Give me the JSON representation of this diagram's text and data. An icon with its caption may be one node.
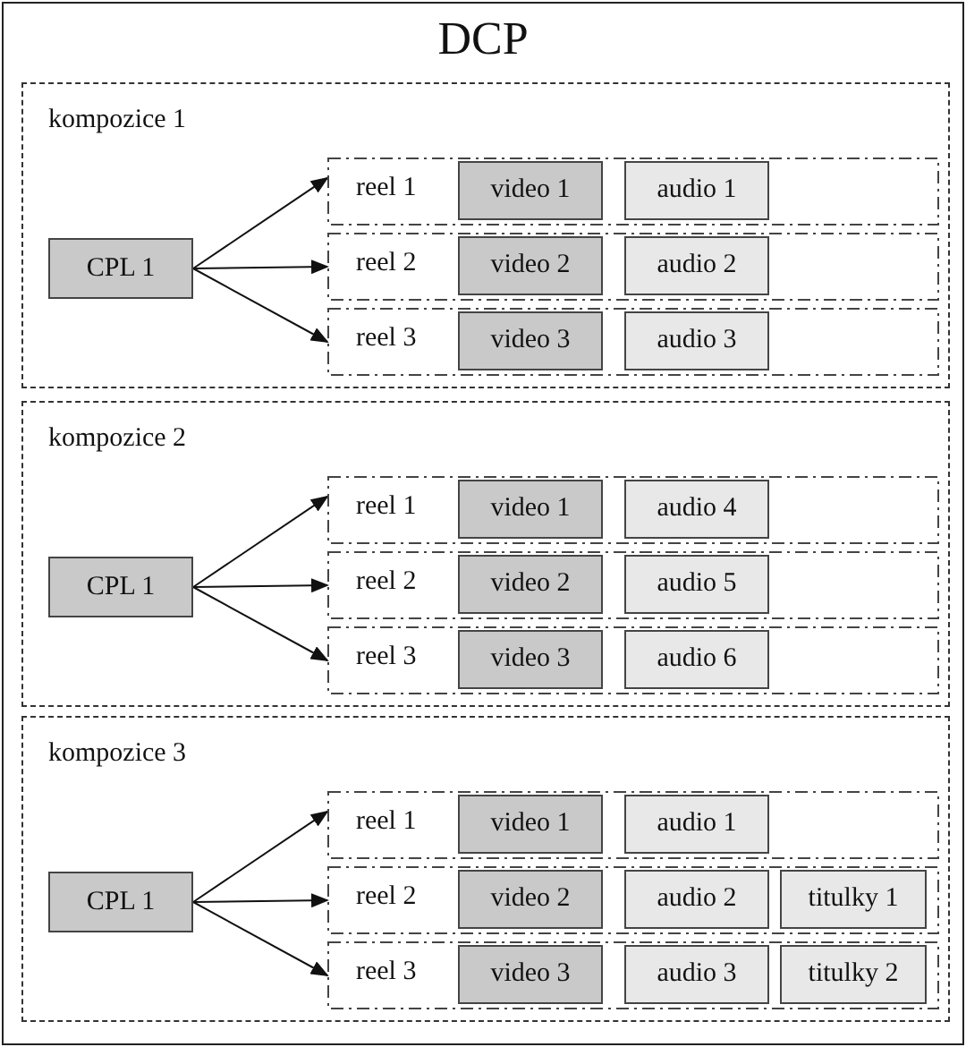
{
  "diagram": {
    "nodes": [
      {
        "text": [
          "DCP"
        ]
      },
      {
        "text": [
          "kompozice 1"
        ],
        "in": 0
      },
      {
        "text": [
          "CPL 1"
        ],
        "in": 1
      },
      {
        "text": [
          "reel 1"
        ],
        "in": 1
      },
      {
        "text": [
          "video 1"
        ],
        "in": 3
      },
      {
        "text": [
          "audio 1"
        ],
        "in": 3
      },
      {
        "text": [
          "reel 2"
        ],
        "in": 1
      },
      {
        "text": [
          "video 2"
        ],
        "in": 6
      },
      {
        "text": [
          "audio 2"
        ],
        "in": 6
      },
      {
        "text": [
          "reel 3"
        ],
        "in": 1
      },
      {
        "text": [
          "video 3"
        ],
        "in": 9
      },
      {
        "text": [
          "audio 3"
        ],
        "in": 9
      },
      {
        "text": [
          "kompozice 2"
        ],
        "in": 0
      },
      {
        "text": [
          "CPL 1"
        ],
        "in": 12
      },
      {
        "text": [
          "reel 1"
        ],
        "in": 12
      },
      {
        "text": [
          "video 1"
        ],
        "in": 14
      },
      {
        "text": [
          "audio 4"
        ],
        "in": 14
      },
      {
        "text": [
          "reel 2"
        ],
        "in": 12
      },
      {
        "text": [
          "video 2"
        ],
        "in": 17
      },
      {
        "text": [
          "audio 5"
        ],
        "in": 17
      },
      {
        "text": [
          "reel 3"
        ],
        "in": 12
      },
      {
        "text": [
          "video 3"
        ],
        "in": 20
      },
      {
        "text": [
          "audio 6"
        ],
        "in": 20
      },
      {
        "text": [
          "kompozice 3"
        ],
        "in": 0
      },
      {
        "text": [
          "CPL 1"
        ],
        "in": 23
      },
      {
        "text": [
          "reel 1"
        ],
        "in": 23
      },
      {
        "text": [
          "video 1"
        ],
        "in": 25
      },
      {
        "text": [
          "audio 1"
        ],
        "in": 25
      },
      {
        "text": [
          "reel 2"
        ],
        "in": 23
      },
      {
        "text": [
          "video 2"
        ],
        "in": 28
      },
      {
        "text": [
          "audio 2"
        ],
        "in": 28
      },
      {
        "text": [
          "titulky 1"
        ],
        "in": 28
      },
      {
        "text": [
          "reel 3"
        ],
        "in": 23
      },
      {
        "text": [
          "video 3"
        ],
        "in": 32
      },
      {
        "text": [
          "audio 3"
        ],
        "in": 32
      },
      {
        "text": [
          "titulky 2"
        ],
        "in": 32
      }
    ],
    "edges": [
      {
        "from": 2,
        "to": 3,
        "arrow": "to"
      },
      {
        "from": 2,
        "to": 6,
        "arrow": "to"
      },
      {
        "from": 2,
        "to": 9,
        "arrow": "to"
      },
      {
        "from": 13,
        "to": 14,
        "arrow": "to"
      },
      {
        "from": 13,
        "to": 17,
        "arrow": "to"
      },
      {
        "from": 13,
        "to": 20,
        "arrow": "to"
      },
      {
        "from": 24,
        "to": 25,
        "arrow": "to"
      },
      {
        "from": 24,
        "to": 28,
        "arrow": "to"
      },
      {
        "from": 24,
        "to": 32,
        "arrow": "to"
      }
    ]
  }
}
